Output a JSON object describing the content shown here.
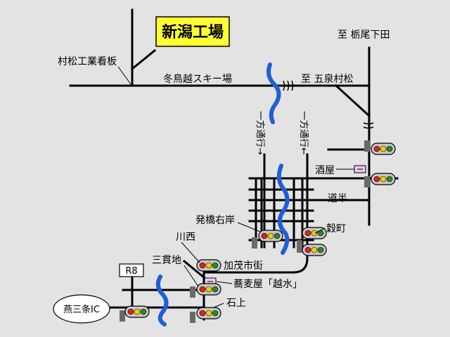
{
  "map": {
    "title": "新潟工場",
    "colors": {
      "background": "#e3e3e3",
      "road": "#000000",
      "river": "#1f5fd6",
      "title_box": "#ffff33",
      "shop_box": "#f3c6ee",
      "signal_body": "#c8c8c8",
      "signal_red": "#e02020",
      "signal_yellow": "#f0d000",
      "signal_green": "#2a8a2a"
    },
    "labels": {
      "muramatsu_sign": "村松工業看板",
      "ski": "冬鳥越スキー場",
      "to_gosen": "至 五泉村松",
      "to_tochio": "至 栃尾下田",
      "oneway_left": "一方通行→",
      "oneway_right": "一方通行←",
      "sakaya": "酒屋",
      "dohan": "道半",
      "kokumachi": "穀町",
      "hasshubashi": "発橋右岸",
      "kawanishi": "川西",
      "sankanji": "三貫地",
      "kamo_street": "加茂市街",
      "soba_shop": "蕎麦屋「越水」",
      "ishigami": "石上",
      "route": "R8",
      "interchange": "燕三条IC"
    },
    "icons": {
      "traffic_signal": "traffic-signal-icon",
      "shop": "shop-marker-icon",
      "river": "river-icon",
      "road_break": "road-break-icon"
    }
  }
}
